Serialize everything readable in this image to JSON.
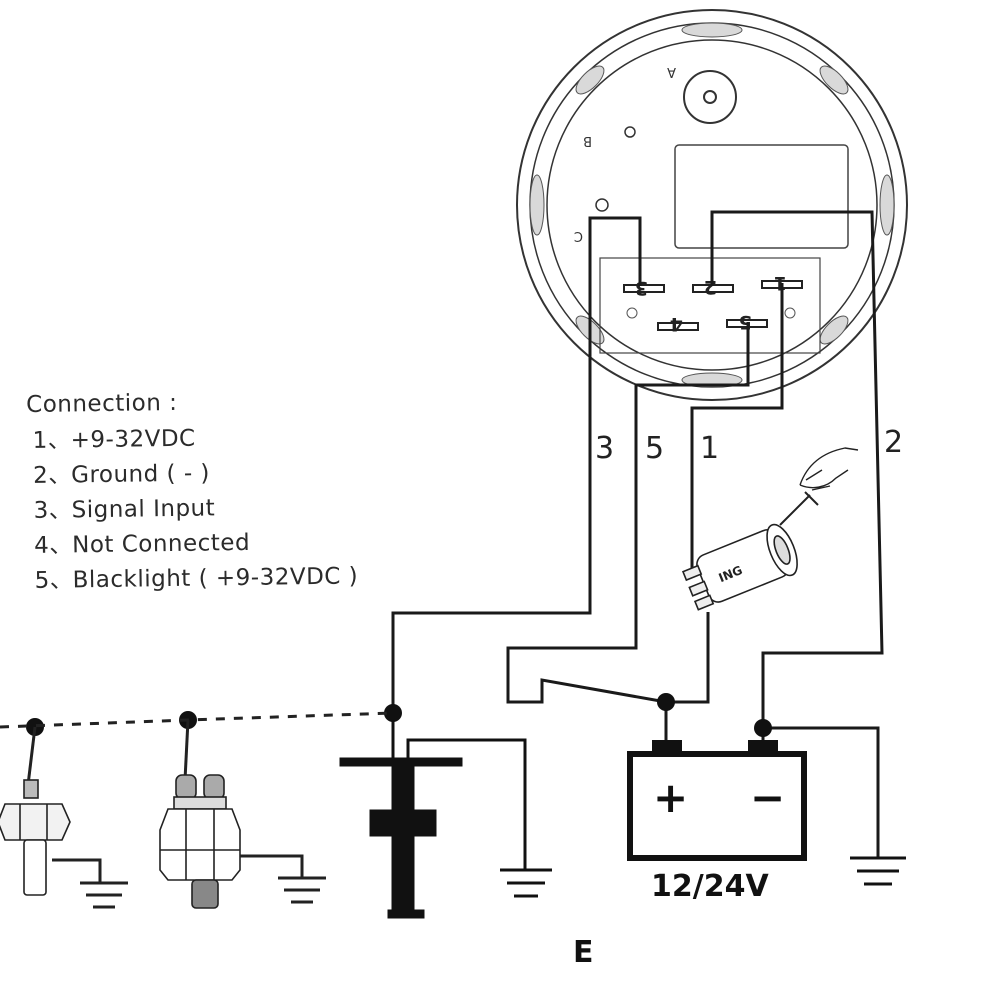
{
  "legend": {
    "header": "Connection :",
    "items": [
      {
        "num": "1、",
        "text": "+9-32VDC"
      },
      {
        "num": "2、",
        "text": "Ground ( - )"
      },
      {
        "num": "3、",
        "text": "Signal  Input"
      },
      {
        "num": "4、",
        "text": "Not Connected"
      },
      {
        "num": "5、",
        "text": "Blacklight ( +9-32VDC )"
      }
    ]
  },
  "gauge": {
    "letters": [
      "A",
      "B",
      "C"
    ],
    "pins": [
      "1",
      "2",
      "3",
      "4",
      "5"
    ]
  },
  "wires": {
    "w3": "3",
    "w5": "5",
    "w1": "1",
    "w2": "2"
  },
  "ignition": {
    "label": "ING"
  },
  "battery": {
    "plus": "+",
    "minus": "−",
    "voltage": "12/24V"
  },
  "figure_label": "E"
}
